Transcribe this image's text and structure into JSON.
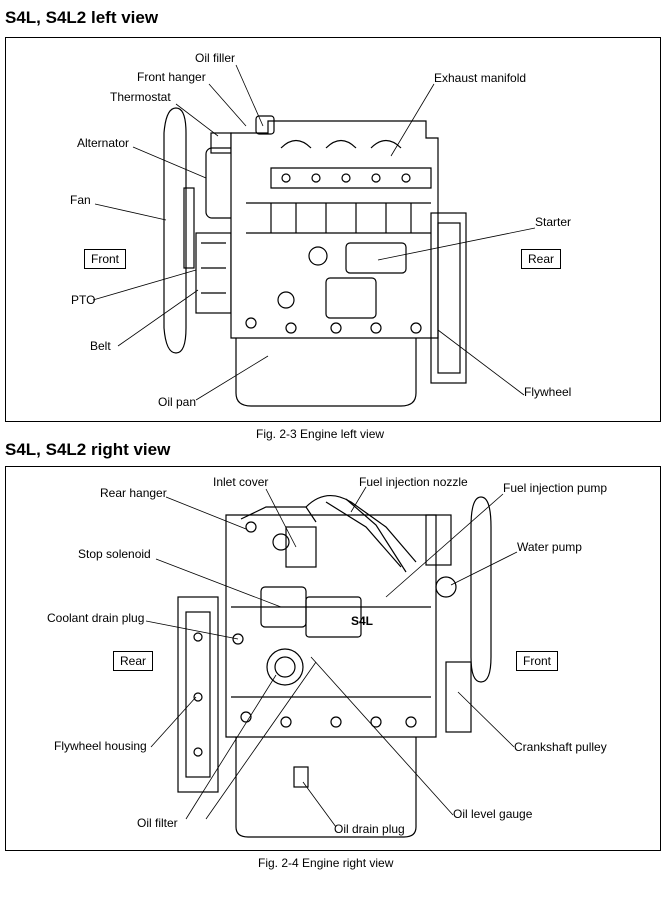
{
  "left_view": {
    "title": "S4L, S4L2 left view",
    "front_box": "Front",
    "rear_box": "Rear",
    "labels": {
      "oil_filler": "Oil filler",
      "front_hanger": "Front hanger",
      "thermostat": "Thermostat",
      "alternator": "Alternator",
      "fan": "Fan",
      "pto": "PTO",
      "belt": "Belt",
      "oil_pan": "Oil pan",
      "exhaust_manifold": "Exhaust manifold",
      "starter": "Starter",
      "flywheel": "Flywheel"
    },
    "caption": "Fig. 2-3 Engine left view"
  },
  "right_view": {
    "title": "S4L, S4L2 right view",
    "rear_box": "Rear",
    "front_box": "Front",
    "labels": {
      "inlet_cover": "Inlet cover",
      "fuel_injection_nozzle": "Fuel injection nozzle",
      "fuel_injection_pump": "Fuel injection pump",
      "rear_hanger": "Rear hanger",
      "stop_solenoid": "Stop solenoid",
      "water_pump": "Water pump",
      "coolant_drain_plug": "Coolant drain plug",
      "flywheel_housing": "Flywheel housing",
      "crankshaft_pulley": "Crankshaft pulley",
      "oil_filter": "Oil filter",
      "oil_drain_plug": "Oil drain plug",
      "oil_level_gauge": "Oil level gauge"
    },
    "engine_badge": "S4L",
    "caption": "Fig. 2-4 Engine right view"
  }
}
